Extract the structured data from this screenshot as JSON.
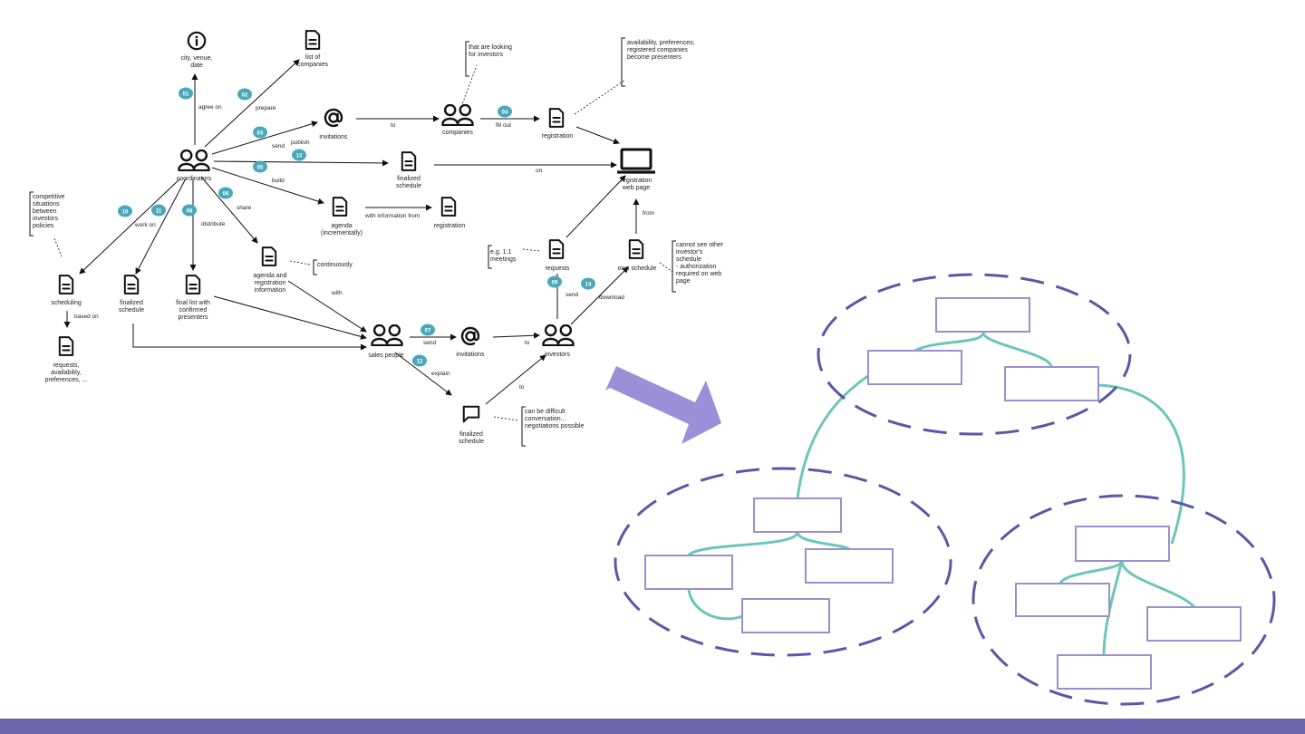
{
  "colors": {
    "badge": "#4aa8ba",
    "ellipse": "#5b57a6",
    "box": "#9b8fd0",
    "connector": "#6cc6b8",
    "arrow": "#9b8fd8",
    "footer": "#6b64ad"
  },
  "nodes": {
    "info": [
      "city, venue,",
      "date"
    ],
    "list": [
      "list of",
      "companies"
    ],
    "invitations1": [
      "invitations"
    ],
    "companies": [
      "companies"
    ],
    "registration1": [
      "registration"
    ],
    "laptop": [
      "registration",
      "web page"
    ],
    "coordinators": [
      "coordinators"
    ],
    "finalized1": [
      "finalized",
      "schedule"
    ],
    "agenda1": [
      "agenda",
      "(incrementally)"
    ],
    "registration2": [
      "registration"
    ],
    "scheduling": [
      "scheduling"
    ],
    "finalized2": [
      "finalized",
      "schedule"
    ],
    "finallist": [
      "final list with",
      "confirmed",
      "presenters"
    ],
    "agenda2": [
      "agenda and",
      "registration",
      "information"
    ],
    "requests_doc": [
      "requests,",
      "availability,",
      "preferences, ..."
    ],
    "requests": [
      "requests"
    ],
    "ownschedule": [
      "own schedule"
    ],
    "salespeople": [
      "sales people"
    ],
    "invitations2": [
      "invitations"
    ],
    "investors": [
      "investors"
    ],
    "chat": [
      "finalized",
      "schedule"
    ]
  },
  "notes": {
    "investors_looking": [
      "that are looking",
      "for investors"
    ],
    "availability": [
      "availability, preferences;",
      "registered companies",
      "become presenters"
    ],
    "competitive": [
      "competitive",
      "situations",
      "between",
      "investors",
      "policies"
    ],
    "continuously": [
      "continuously"
    ],
    "meetings": [
      "e.g. 1:1",
      "meetings"
    ],
    "cannot_see": [
      "cannot see other",
      "investor's",
      "schedule",
      "- authorization",
      "required on web",
      "page"
    ],
    "difficult": [
      "can be difficult",
      "conversation...",
      "negotiations possible"
    ]
  },
  "edges": {
    "agree_on": "agree on",
    "prepare": "prepare",
    "send": "send",
    "publish": "publish",
    "build": "build",
    "to_companies": "to",
    "fill_out": "fill out",
    "on": "on",
    "with_info_from": "with information from",
    "work_on": "work on",
    "distribute": "distribute",
    "share": "share",
    "based_on": "based on",
    "with": "with",
    "send_sales": "send",
    "to_investors": "to",
    "explain": "explain",
    "to_chat": "to",
    "send_requests": "send",
    "download": "download",
    "from": "from"
  },
  "badges": [
    "01",
    "02",
    "03",
    "13",
    "05",
    "04",
    "10",
    "11",
    "08",
    "06",
    "07",
    "12",
    "09",
    "14"
  ]
}
